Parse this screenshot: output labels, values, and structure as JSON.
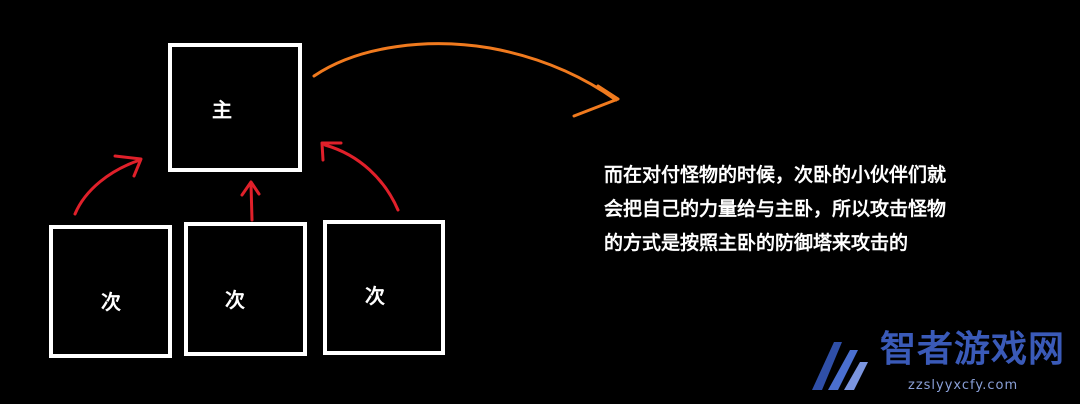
{
  "diagram": {
    "main_label": "主",
    "sub_labels": [
      "次",
      "次",
      "次"
    ]
  },
  "description": {
    "lines": [
      "而在对付怪物的时候，次卧的小伙伴们就",
      "会把自己的力量给与主卧，所以攻击怪物",
      "的方式是按照主卧的防御塔来攻击的"
    ]
  },
  "watermark": {
    "name": "智者游戏网",
    "url": "zzslyyxcfy.com"
  },
  "colors": {
    "background": "#000000",
    "box_border": "#ffffff",
    "arrow_red": "#e0202a",
    "arrow_orange": "#f07a1e"
  }
}
